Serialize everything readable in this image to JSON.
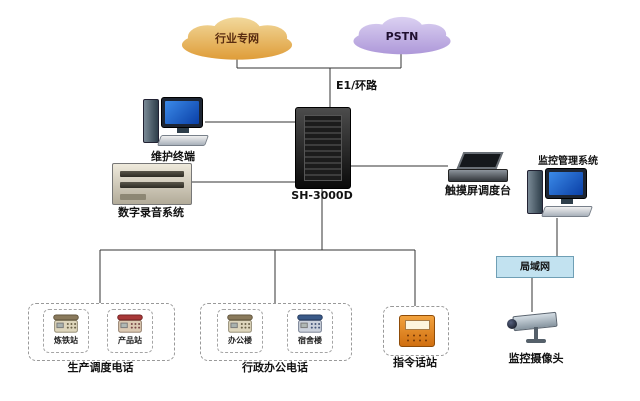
{
  "diagram": {
    "clouds": {
      "industry": {
        "label": "行业专网"
      },
      "pstn": {
        "label": "PSTN"
      }
    },
    "link_label": "E1/环路",
    "server": {
      "label": "SH-3000D"
    },
    "nodes": {
      "maintenance": "维护终端",
      "recorder": "数字录音系统",
      "console": "触摸屏调度台",
      "monitor_system": "监控管理系统",
      "lan": "局域网",
      "camera": "监控摄像头",
      "command_station": "指令话站"
    },
    "groups": {
      "production": {
        "title": "生产调度电话",
        "phones": [
          "炼铁站",
          "产品站"
        ]
      },
      "admin": {
        "title": "行政办公电话",
        "phones": [
          "办公楼",
          "宿舍楼"
        ]
      }
    },
    "colors": {
      "cloud_industry_top": "#F2DA9E",
      "cloud_industry_bottom": "#DE9A34",
      "cloud_pstn_top": "#DCD2F2",
      "cloud_pstn_bottom": "#AC96D8",
      "lan_fill": "#C2E2F0",
      "command_station": "#E08020",
      "line": "#333333"
    }
  }
}
